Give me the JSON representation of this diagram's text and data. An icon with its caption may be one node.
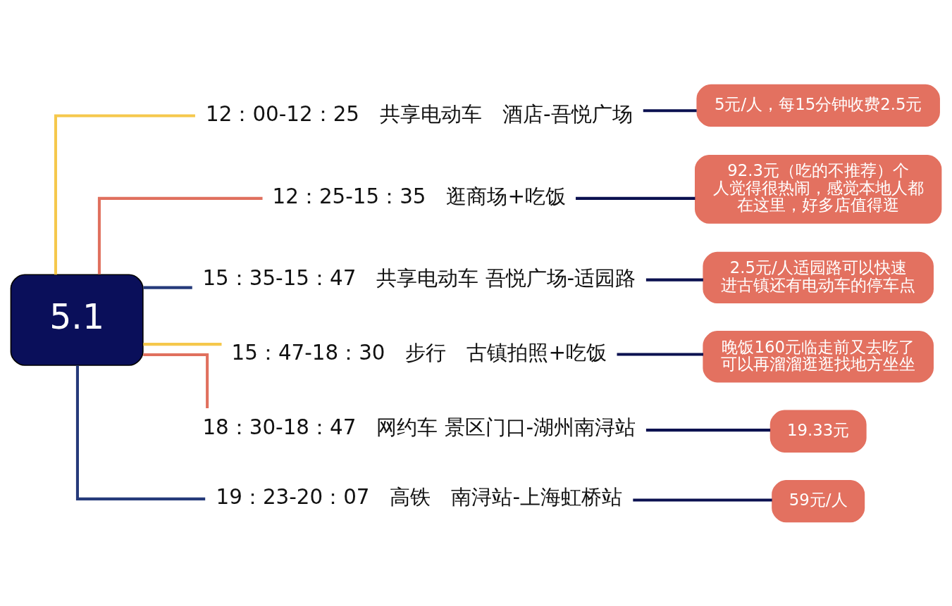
{
  "diagram": {
    "nodes": [
      {
        "text": [
          "5.1"
        ]
      },
      {
        "text": [
          "12：00-12：25　共享电动车　酒店-吾悦广场"
        ]
      },
      {
        "text": [
          "12：25-15：35　逛商场+吃饭"
        ]
      },
      {
        "text": [
          "15：35-15：47　共享电动车 吾悦广场-适园路"
        ]
      },
      {
        "text": [
          "15：47-18：30　步行　古镇拍照+吃饭"
        ]
      },
      {
        "text": [
          "18：30-18：47　网约车 景区门口-湖州南浔站"
        ]
      },
      {
        "text": [
          "19：23-20：07　高铁　南浔站-上海虹桥站"
        ]
      },
      {
        "text": [
          "5元/人，每15分钟收费2.5元"
        ]
      },
      {
        "text": [
          "92.3元（吃的不推荐）个人觉得很热闹，感觉本地人都在这里，好多店值得逛"
        ]
      },
      {
        "text": [
          "2.5元/人适园路可以快速进古镇还有电动车的停车点"
        ]
      },
      {
        "text": [
          "晚饭160元临走前又去吃了可以再溜溜逛逛找地方坐坐"
        ]
      },
      {
        "text": [
          "19.33元"
        ]
      },
      {
        "text": [
          "59元/人"
        ]
      }
    ],
    "edges": [
      {
        "from": 0,
        "to": 1,
        "arrow": "none",
        "color": "#f5c84c"
      },
      {
        "from": 0,
        "to": 2,
        "arrow": "none",
        "color": "#e0705e"
      },
      {
        "from": 0,
        "to": 3,
        "arrow": "none",
        "color": "#253a7a"
      },
      {
        "from": 0,
        "to": 4,
        "arrow": "none",
        "color": "#f5c84c"
      },
      {
        "from": 0,
        "to": 5,
        "arrow": "none",
        "color": "#e0705e"
      },
      {
        "from": 0,
        "to": 6,
        "arrow": "none",
        "color": "#253a7a"
      },
      {
        "from": 1,
        "to": 7,
        "arrow": "none"
      },
      {
        "from": 2,
        "to": 8,
        "arrow": "none"
      },
      {
        "from": 3,
        "to": 9,
        "arrow": "none"
      },
      {
        "from": 4,
        "to": 10,
        "arrow": "none"
      },
      {
        "from": 5,
        "to": 11,
        "arrow": "none"
      },
      {
        "from": 6,
        "to": 12,
        "arrow": "none"
      }
    ]
  }
}
